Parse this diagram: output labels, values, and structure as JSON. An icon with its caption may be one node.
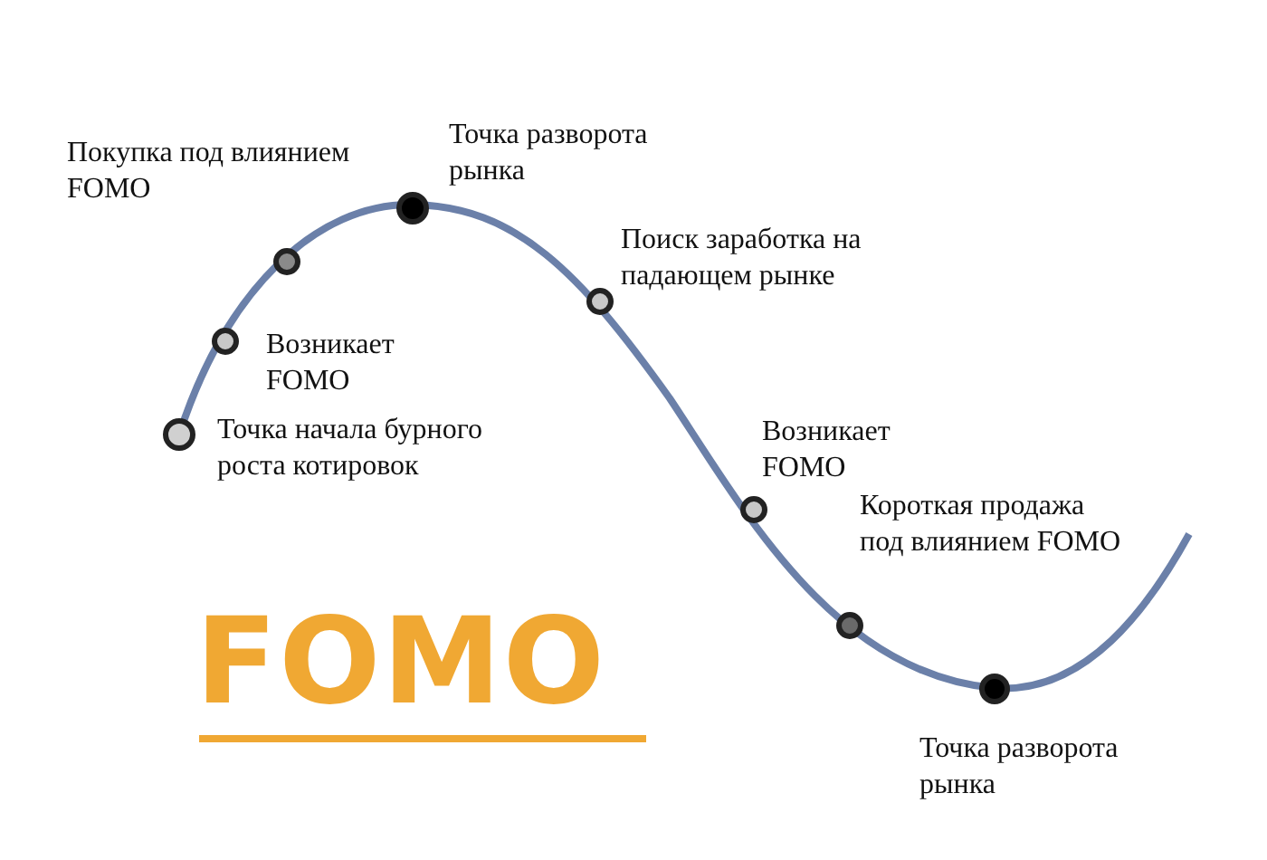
{
  "diagram": {
    "title": "FOMO",
    "nodes": [
      {
        "text": [],
        "shape": "circle",
        "beside": [
          "Точка начала бурного роста котировок"
        ]
      },
      {
        "text": [],
        "shape": "circle",
        "beside": [
          "Возникает FOMO"
        ]
      },
      {
        "text": [],
        "shape": "circle",
        "beside": [
          "Покупка под влиянием FOMO"
        ]
      },
      {
        "text": [],
        "shape": "circle",
        "beside": [
          "Точка разворота рынка"
        ]
      },
      {
        "text": [],
        "shape": "circle",
        "beside": [
          "Поиск заработка на падающем рынке"
        ]
      },
      {
        "text": [],
        "shape": "circle",
        "beside": [
          "Возникает FOMO"
        ]
      },
      {
        "text": [],
        "shape": "circle",
        "beside": [
          "Короткая продажа под влиянием FOMO"
        ]
      },
      {
        "text": [],
        "shape": "circle",
        "beside": [
          "Точка разворота рынка"
        ]
      }
    ]
  }
}
